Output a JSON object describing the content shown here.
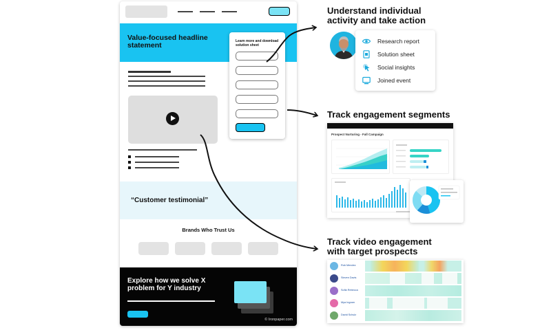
{
  "landing_page": {
    "hero_title": "Value-focused headline statement",
    "form_title": "Learn more and download solution sheet",
    "testimonial": "“Customer testimonial”",
    "brands_title": "Brands Who Trust Us",
    "footer_title": "Explore how we solve X problem for Y industry",
    "copyright": "© Ironpaper.com"
  },
  "callouts": {
    "activity_heading": "Understand individual activity and take action",
    "segments_heading": "Track engagement segments",
    "video_heading": "Track video engagement with target prospects"
  },
  "activity_items": [
    {
      "label": "Research report",
      "icon": "eye-icon"
    },
    {
      "label": "Solution sheet",
      "icon": "document-icon"
    },
    {
      "label": "Social insights",
      "icon": "cursor-click-icon"
    },
    {
      "label": "Joined event",
      "icon": "monitor-icon"
    }
  ],
  "dashboard": {
    "title": "Prospect Nurturing - Fall Campaign"
  },
  "video_engagement": {
    "prospects": [
      {
        "name": "Rob Mendez"
      },
      {
        "name": "Steven Davis"
      },
      {
        "name": "Sofia Rebecca"
      },
      {
        "name": "Mya Ingram"
      },
      {
        "name": "David Schulz"
      }
    ]
  },
  "colors": {
    "accent": "#19c3f1",
    "light_accent": "#7ae3f5",
    "testimonial_bg": "#e7f6fb",
    "heat_base": "#c7f0e7",
    "heat_hot": "#f7c65a"
  }
}
